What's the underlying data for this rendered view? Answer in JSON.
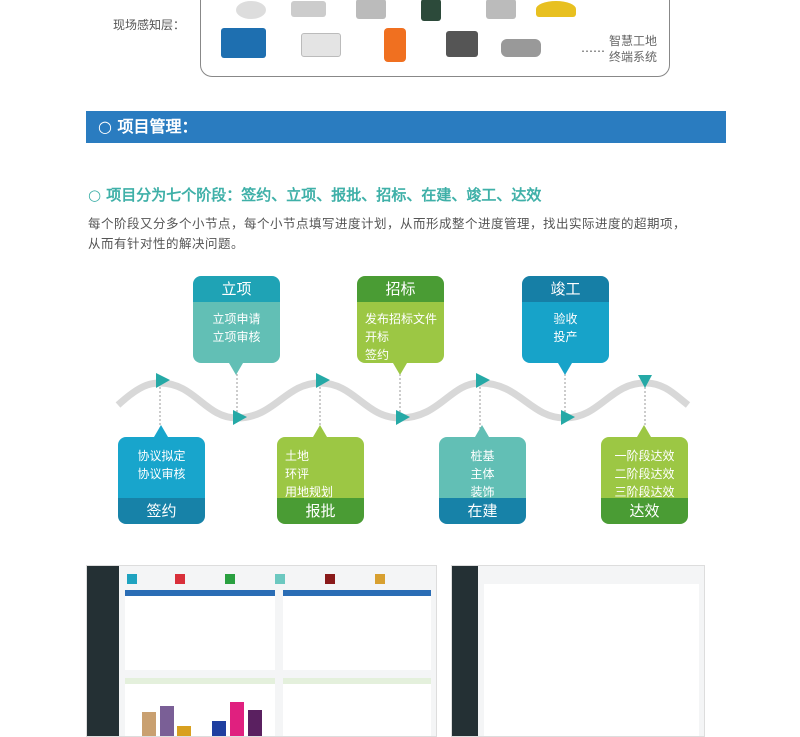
{
  "perception": {
    "label": "现场感知层：",
    "ellipsis": "……",
    "terminal": [
      "智慧工地",
      "终端系统"
    ]
  },
  "section": {
    "title": "○ 项目管理："
  },
  "subtitle": "○ 项目分为七个阶段：签约、立项、报批、招标、在建、竣工、达效",
  "description": [
    "每个阶段又分多个小节点，每个小节点填写进度计划，从而形成整个进度管理，找出实际进度的超期项，",
    "从而有针对性的解决问题。"
  ],
  "stages_top": [
    {
      "title": "立项",
      "items": [
        "立项申请",
        "立项审核"
      ],
      "head": "#1fa3b5",
      "body": "#62bfb5"
    },
    {
      "title": "招标",
      "items": [
        "发布招标文件",
        "开标",
        "签约"
      ],
      "head": "#4a9c34",
      "body": "#9cc744"
    },
    {
      "title": "竣工",
      "items": [
        "验收",
        "投产"
      ],
      "head": "#167fa6",
      "body": "#17a3c9"
    }
  ],
  "stages_bottom": [
    {
      "title": "签约",
      "items": [
        "协议拟定",
        "协议审核"
      ],
      "head": "#1782a8",
      "body": "#18a5cc"
    },
    {
      "title": "报批",
      "items": [
        "土地",
        "环评",
        "用地规划"
      ],
      "head": "#4a9c34",
      "body": "#9cc744"
    },
    {
      "title": "在建",
      "items": [
        "桩基",
        "主体",
        "装饰"
      ],
      "head": "#1782a8",
      "body": "#62bfb5"
    },
    {
      "title": "达效",
      "items": [
        "一阶段达效",
        "二阶段达效",
        "三阶段达效"
      ],
      "head": "#4a9c34",
      "body": "#9cc744"
    }
  ]
}
